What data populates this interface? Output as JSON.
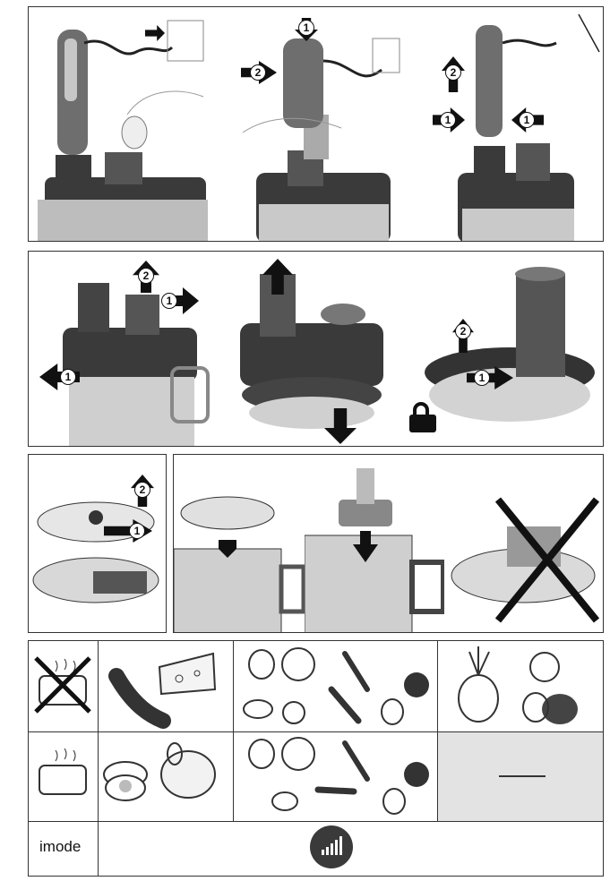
{
  "step_numbers": {
    "s1_plug": "1",
    "s1_two": "2",
    "s2_one_a": "1",
    "s2_one_b": "1",
    "s2_two": "2",
    "r2_two": "2",
    "r2_one_a": "1",
    "r2_one_b": "1",
    "r2_two_b": "2",
    "r2_one_c": "1",
    "r3_two": "2",
    "r3_one": "1"
  },
  "food_table": {
    "mode_label": "imode",
    "blank_dash": "—"
  },
  "colors": {
    "panel_border": "#333333",
    "illustration_dark": "#3a3a3a",
    "illustration_mid": "#8c8c8c",
    "illustration_light": "#d9d9d9",
    "cross_black": "#111111",
    "blank_cell_grey": "#e3e3e3",
    "mode_icon_bg": "#3a3a3a"
  },
  "icons": [
    "plug-icon",
    "unlock-icon",
    "pot-steam-icon",
    "sausage-icon",
    "cheese-icon",
    "vegetables-icon",
    "pineapple-icon",
    "fruit-icon",
    "egg-icon",
    "chicken-icon",
    "speed-bars-icon"
  ]
}
